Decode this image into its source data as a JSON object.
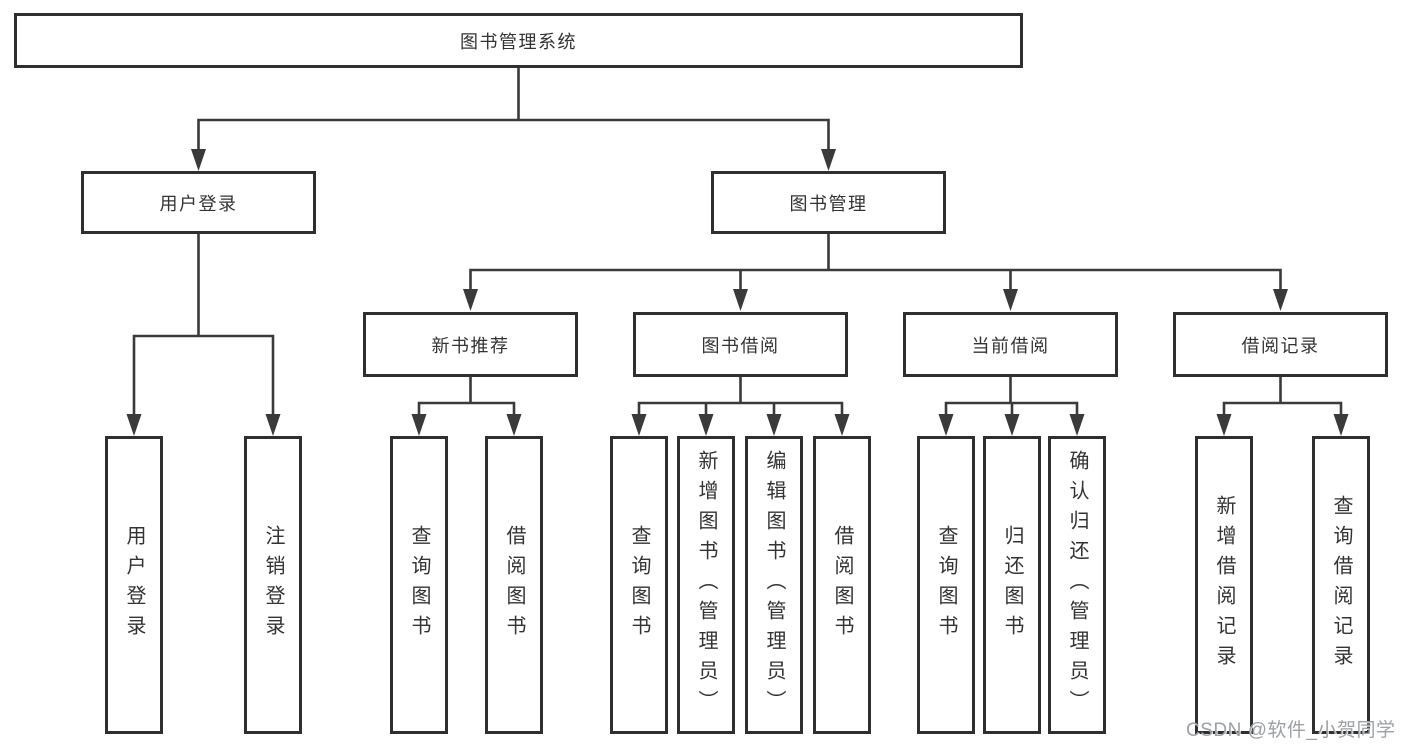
{
  "colors": {
    "line": "#3a3a3a",
    "box_border": "#2f2f2f",
    "text": "#333333",
    "watermark": "#9da0a5",
    "background": "#ffffff"
  },
  "watermark": {
    "text": "CSDN @软件_小贺同学"
  },
  "tree": {
    "label": "图书管理系统",
    "children": [
      {
        "label": "用户登录",
        "children": [
          {
            "label": "用户登录"
          },
          {
            "label": "注销登录"
          }
        ]
      },
      {
        "label": "图书管理",
        "children": [
          {
            "label": "新书推荐",
            "children": [
              {
                "label": "查询图书"
              },
              {
                "label": "借阅图书"
              }
            ]
          },
          {
            "label": "图书借阅",
            "children": [
              {
                "label": "查询图书"
              },
              {
                "label": "新增图书（管理员）"
              },
              {
                "label": "编辑图书（管理员）"
              },
              {
                "label": "借阅图书"
              }
            ]
          },
          {
            "label": "当前借阅",
            "children": [
              {
                "label": "查询图书"
              },
              {
                "label": "归还图书"
              },
              {
                "label": "确认归还（管理员）"
              }
            ]
          },
          {
            "label": "借阅记录",
            "children": [
              {
                "label": "新增借阅记录"
              },
              {
                "label": "查询借阅记录"
              }
            ]
          }
        ]
      }
    ]
  }
}
